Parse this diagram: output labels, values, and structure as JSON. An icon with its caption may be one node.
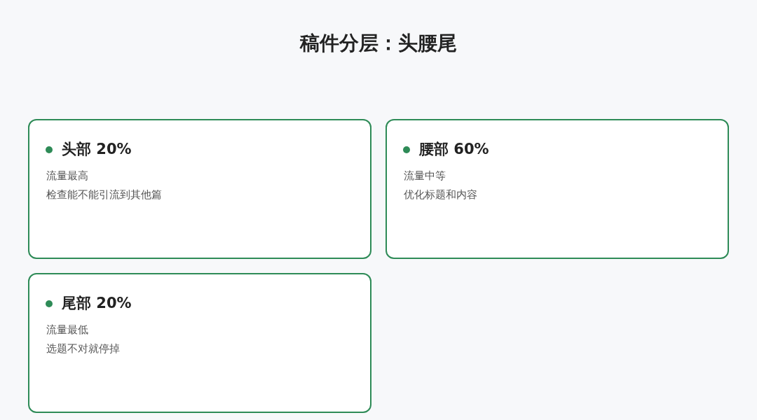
{
  "diagram": {
    "title": "稿件分层：头腰尾",
    "nodes": [
      {
        "text": [
          "头部 20%",
          "流量最高",
          "检查能不能引流到其他篇"
        ]
      },
      {
        "text": [
          "腰部 60%",
          "流量中等",
          "优化标题和内容"
        ]
      },
      {
        "text": [
          "尾部 20%",
          "流量最低",
          "选题不对就停掉"
        ]
      }
    ]
  }
}
